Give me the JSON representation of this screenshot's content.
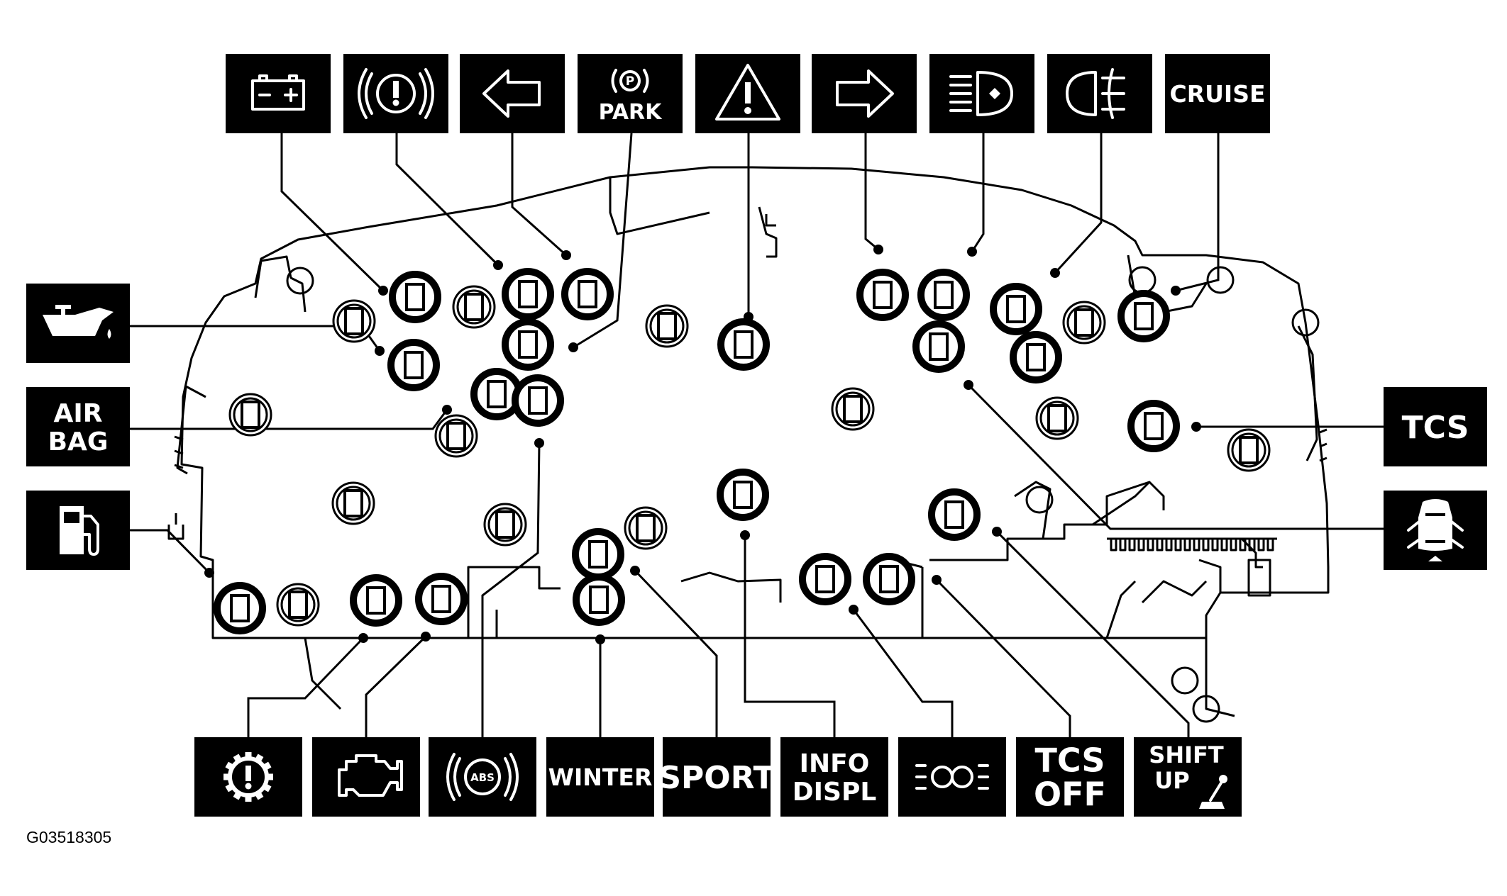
{
  "figure_id": "G03518305",
  "colors": {
    "ink": "#000000",
    "paper": "#ffffff"
  },
  "top_indicators": [
    {
      "id": "charging-system",
      "icon": "battery-icon"
    },
    {
      "id": "brake-warning",
      "icon": "brake-warning-icon"
    },
    {
      "id": "left-turn",
      "icon": "turn-left-arrow-icon"
    },
    {
      "id": "park-brake",
      "icon": "park-brake-icon",
      "text": "PARK"
    },
    {
      "id": "general-warning",
      "icon": "warning-triangle-icon"
    },
    {
      "id": "right-turn",
      "icon": "turn-right-arrow-icon"
    },
    {
      "id": "high-beam",
      "icon": "high-beam-icon"
    },
    {
      "id": "rear-fog",
      "icon": "rear-fog-lamp-icon"
    },
    {
      "id": "cruise",
      "text": "CRUISE"
    }
  ],
  "left_indicators": [
    {
      "id": "oil-pressure",
      "icon": "oil-can-icon"
    },
    {
      "id": "air-bag",
      "lines": [
        "AIR",
        "BAG"
      ]
    },
    {
      "id": "low-fuel",
      "icon": "fuel-pump-icon"
    }
  ],
  "right_indicators": [
    {
      "id": "tcs",
      "text": "TCS"
    },
    {
      "id": "door-ajar",
      "icon": "door-ajar-car-icon"
    }
  ],
  "bottom_indicators": [
    {
      "id": "powertrain-fault",
      "icon": "gear-warning-icon"
    },
    {
      "id": "check-engine",
      "icon": "engine-icon"
    },
    {
      "id": "abs",
      "icon": "abs-icon",
      "text": "ABS"
    },
    {
      "id": "winter",
      "text": "WINTER"
    },
    {
      "id": "sport",
      "text": "SPORT"
    },
    {
      "id": "info-display",
      "lines": [
        "INFO",
        "DISPL"
      ]
    },
    {
      "id": "fog-lamps",
      "icon": "fog-lamp-icon"
    },
    {
      "id": "tcs-off",
      "lines": [
        "TCS",
        "OFF"
      ]
    },
    {
      "id": "shift-up",
      "lines": [
        "SHIFT",
        "UP"
      ],
      "icon": "shift-lever-icon"
    }
  ]
}
